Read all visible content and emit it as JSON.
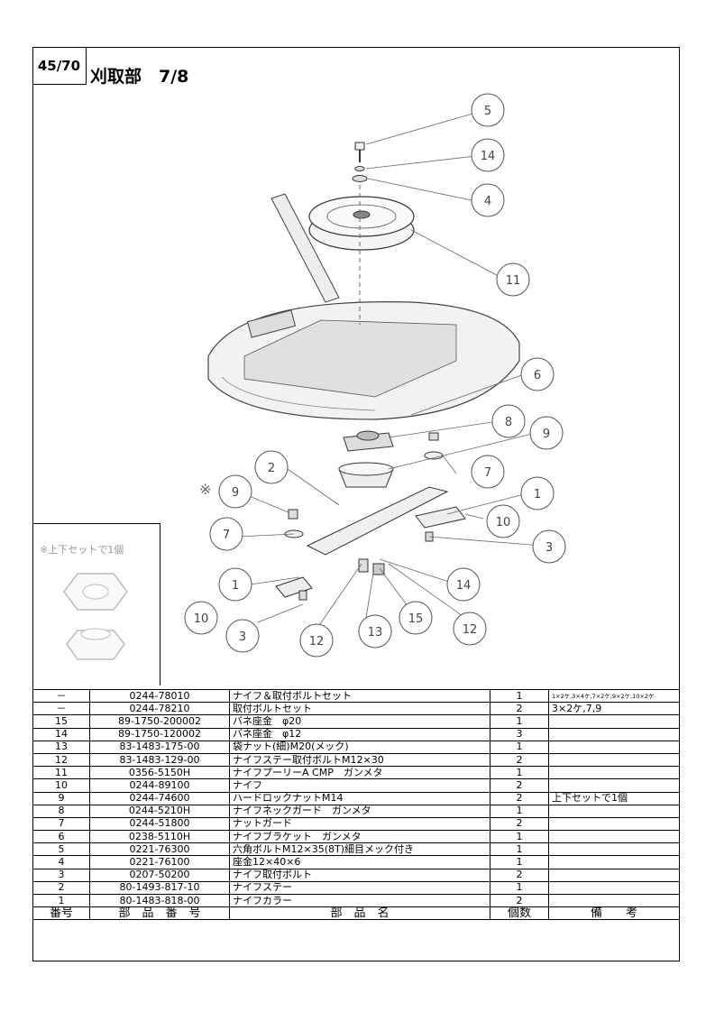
{
  "header": {
    "page_no": "45/70",
    "title": "刈取部　7/8"
  },
  "inset": {
    "label": "※上下セットで1個"
  },
  "asterisk_note": "※",
  "callouts": [
    "5",
    "14",
    "4",
    "11",
    "6",
    "8",
    "9",
    "2",
    "9",
    "7",
    "1",
    "10",
    "7",
    "1",
    "3",
    "14",
    "10",
    "3",
    "12",
    "13",
    "15",
    "12"
  ],
  "table": {
    "columns": [
      "番号",
      "部　品　番　号",
      "部　品　名",
      "個数",
      "備　　考"
    ],
    "rows": [
      {
        "no": "－",
        "part": "0244-78010",
        "name": "ナイフ＆取付ボルトセット",
        "qty": "1",
        "remark": "1×2ケ,3×4ケ,7×2ケ,9×2ケ,10×2ケ"
      },
      {
        "no": "－",
        "part": "0244-78210",
        "name": "取付ボルトセット",
        "qty": "2",
        "remark": "3×2ケ,7,9"
      },
      {
        "no": "15",
        "part": "89-1750-200002",
        "name": "バネ座金　φ20",
        "qty": "1",
        "remark": ""
      },
      {
        "no": "14",
        "part": "89-1750-120002",
        "name": "バネ座金　φ12",
        "qty": "3",
        "remark": ""
      },
      {
        "no": "13",
        "part": "83-1483-175-00",
        "name": "袋ナット(細)M20(メック)",
        "qty": "1",
        "remark": ""
      },
      {
        "no": "12",
        "part": "83-1483-129-00",
        "name": "ナイフステー取付ボルトM12×30",
        "qty": "2",
        "remark": ""
      },
      {
        "no": "11",
        "part": "0356-5150H",
        "name": "ナイフプーリーA CMP　ガンメタ",
        "qty": "1",
        "remark": ""
      },
      {
        "no": "10",
        "part": "0244-89100",
        "name": "ナイフ",
        "qty": "2",
        "remark": ""
      },
      {
        "no": "9",
        "part": "0244-74600",
        "name": "ハードロックナットM14",
        "qty": "2",
        "remark": "上下セットで1個"
      },
      {
        "no": "8",
        "part": "0244-5210H",
        "name": "ナイフネックガード　ガンメタ",
        "qty": "1",
        "remark": ""
      },
      {
        "no": "7",
        "part": "0244-51800",
        "name": "ナットガード",
        "qty": "2",
        "remark": ""
      },
      {
        "no": "6",
        "part": "0238-5110H",
        "name": "ナイフブラケット　ガンメタ",
        "qty": "1",
        "remark": ""
      },
      {
        "no": "5",
        "part": "0221-76300",
        "name": "六角ボルトM12×35(8T)細目メック付き",
        "qty": "1",
        "remark": ""
      },
      {
        "no": "4",
        "part": "0221-76100",
        "name": "座金12×40×6",
        "qty": "1",
        "remark": ""
      },
      {
        "no": "3",
        "part": "0207-50200",
        "name": "ナイフ取付ボルト",
        "qty": "2",
        "remark": ""
      },
      {
        "no": "2",
        "part": "80-1493-817-10",
        "name": "ナイフステー",
        "qty": "1",
        "remark": ""
      },
      {
        "no": "1",
        "part": "80-1483-818-00",
        "name": "ナイフカラー",
        "qty": "2",
        "remark": ""
      }
    ]
  }
}
